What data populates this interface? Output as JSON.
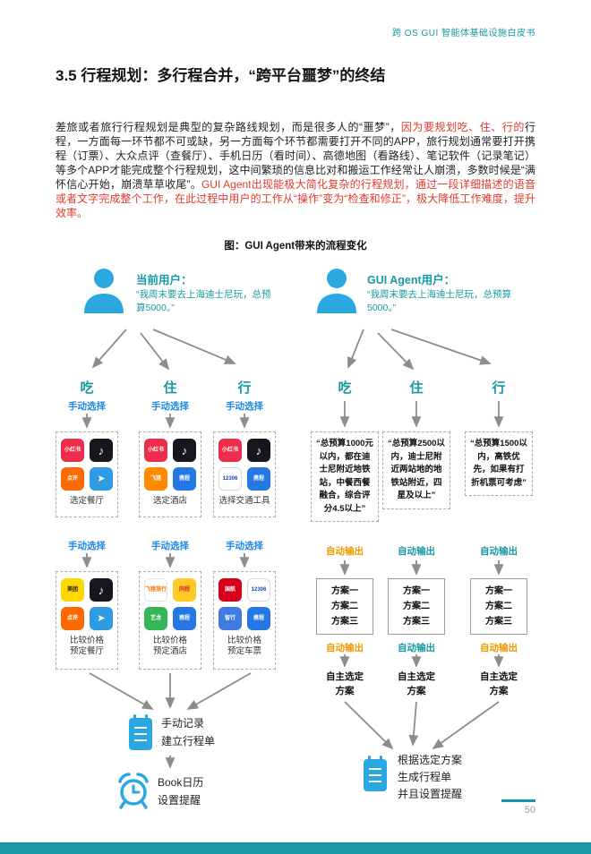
{
  "colors": {
    "accent_teal": "#1799A4",
    "highlight_red": "#E23B2E",
    "manual_blue": "#1E88E5",
    "auto_orange": "#F09A00",
    "icon_blue": "#2BA8E0",
    "arrow_gray": "#8C8C8C"
  },
  "header": {
    "doc_title": "跨 OS GUI 智能体基础设施白皮书"
  },
  "section": {
    "title": "3.5 行程规划：多行程合并，“跨平台噩梦”的终结"
  },
  "paragraph": {
    "segments": [
      {
        "color": "black",
        "text": "差旅或者旅行行程规划是典型的复杂路线规划，而是很多人的“噩梦”，"
      },
      {
        "color": "red",
        "text": "因为要规划吃、住、行的"
      },
      {
        "color": "black",
        "text": "行程，一方面每一环节都不可或缺，另一方面每个环节都需要打开不同的APP，旅行规划通常要打开携程（订票）、大众点评（查餐厅）、手机日历（看时间）、高德地图（看路线）、笔记软件（记录笔记）等多个APP才能完成整个行程规划，这中间繁琐的信息比对和搬运工作经常让人崩溃，多数时候是“满怀信心开始，崩溃草草收尾”。"
      },
      {
        "color": "red",
        "text": "GUI Agent出现能极大简化复杂的行程规划，通过一段详细描述的语音或者文字完成整个工作，在此过程中用户的工作从“操作”变为“检查和修正”，极大降低工作难度，提升效率。"
      }
    ]
  },
  "figure": {
    "caption": "图：GUI Agent带来的流程变化"
  },
  "flow": {
    "left": {
      "user_label": "当前用户：",
      "user_quote": "“我周末要去上海迪士尼玩，总预算5000。”",
      "categories": [
        "吃",
        "住",
        "行"
      ],
      "step_label": "手动选择",
      "row1": [
        {
          "caption": "选定餐厅"
        },
        {
          "caption": "选定酒店"
        },
        {
          "caption": "选择交通工具"
        }
      ],
      "row2": [
        {
          "caption": "比较价格\n预定餐厅"
        },
        {
          "caption": "比较价格\n预定酒店"
        },
        {
          "caption": "比较价格\n预定车票"
        }
      ],
      "record_note": "手动记录\n建立行程单",
      "calendar_note": "Book日历\n设置提醒"
    },
    "right": {
      "user_label": "GUI Agent用户：",
      "user_quote": "“我周末要去上海迪士尼玩，总预算5000。”",
      "categories": [
        "吃",
        "住",
        "行"
      ],
      "auto_label": "自动输出",
      "requirements": [
        "“总预算1000元以内，都在迪士尼附近地铁站，中餐西餐融合，综合评分4.5以上”",
        "“总预算2500以内，迪士尼附近两站地的地铁站附近，四星及以上”",
        "“总预算1500以内，高铁优先，如果有打折机票可考虑”"
      ],
      "plans": [
        "方案一",
        "方案二",
        "方案三"
      ],
      "select_note": "自主选定\n方案",
      "final_note": "根据选定方案\n生成行程单\n并且设置提醒"
    },
    "apps": {
      "row1": [
        [
          {
            "label": "小红书",
            "style": "background:#EE2C4C;color:#fff"
          },
          {
            "label": "♪",
            "style": "background:#16161E;color:#fff;font-size:13px"
          },
          {
            "label": "点评",
            "style": "background:#FF6A00;color:#fff"
          },
          {
            "label": "➤",
            "style": "background:#2F9BE3;color:#fff;font-size:11px"
          }
        ],
        [
          {
            "label": "小红书",
            "style": "background:#EE2C4C;color:#fff"
          },
          {
            "label": "♪",
            "style": "background:#16161E;color:#fff;font-size:13px"
          },
          {
            "label": "飞猪",
            "style": "background:#FF8A00;color:#fff"
          },
          {
            "label": "携程",
            "style": "background:#2577E3;color:#fff"
          }
        ],
        [
          {
            "label": "小红书",
            "style": "background:#EE2C4C;color:#fff"
          },
          {
            "label": "♪",
            "style": "background:#16161E;color:#fff;font-size:13px"
          },
          {
            "label": "12306",
            "style": "background:#fff;color:#16489C;border:1px solid #d8d8d8"
          },
          {
            "label": "携程",
            "style": "background:#2577E3;color:#fff"
          }
        ]
      ],
      "row2": [
        [
          {
            "label": "美团",
            "style": "background:#FFD800;color:#222"
          },
          {
            "label": "♪",
            "style": "background:#16161E;color:#fff;font-size:13px"
          },
          {
            "label": "点评",
            "style": "background:#FF6A00;color:#fff"
          },
          {
            "label": "➤",
            "style": "background:#2F9BE3;color:#fff;font-size:11px"
          }
        ],
        [
          {
            "label": "飞猪旅行",
            "style": "background:#fff;color:#FF7300;border:1px solid #e3e3e3"
          },
          {
            "label": "同程",
            "style": "background:#FFC928;color:#D42A1F"
          },
          {
            "label": "艺龙",
            "style": "background:#35B558;color:#fff"
          },
          {
            "label": "携程",
            "style": "background:#2577E3;color:#fff"
          }
        ],
        [
          {
            "label": "国航",
            "style": "background:#D6001C;color:#fff"
          },
          {
            "label": "12306",
            "style": "background:#fff;color:#16489C;border:1px solid #d8d8d8"
          },
          {
            "label": "智行",
            "style": "background:#3F7BE0;color:#fff"
          },
          {
            "label": "携程",
            "style": "background:#2577E3;color:#fff"
          }
        ]
      ]
    }
  },
  "footer": {
    "page_number": "50"
  }
}
